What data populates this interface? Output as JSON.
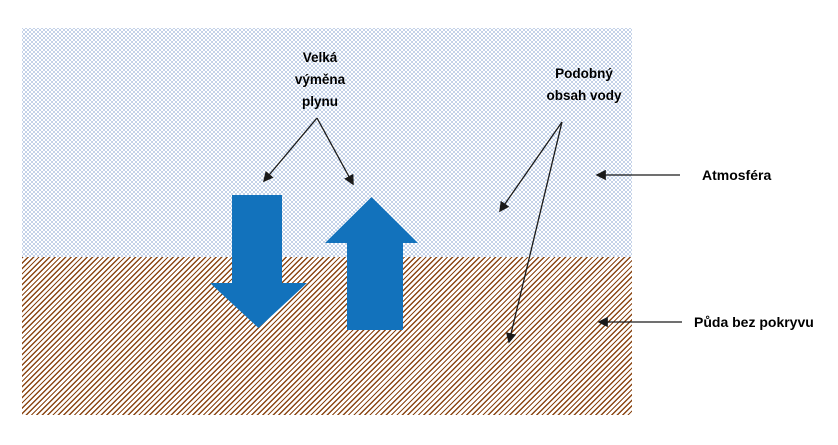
{
  "labels": {
    "gas_exchange": "Velká\nvýměna\nplynu",
    "water_content": "Podobný\nobsah vody",
    "atmosphere": "Atmosféra",
    "bare_soil": "Půda bez pokryvu"
  },
  "colors": {
    "arrow_blue": "#1272bc",
    "soil_hatch_brown": "#8b4715",
    "atmosphere_dot_blue": "#9fb6d9",
    "connector_black": "#1a1a1a",
    "label_text": "#000000"
  }
}
